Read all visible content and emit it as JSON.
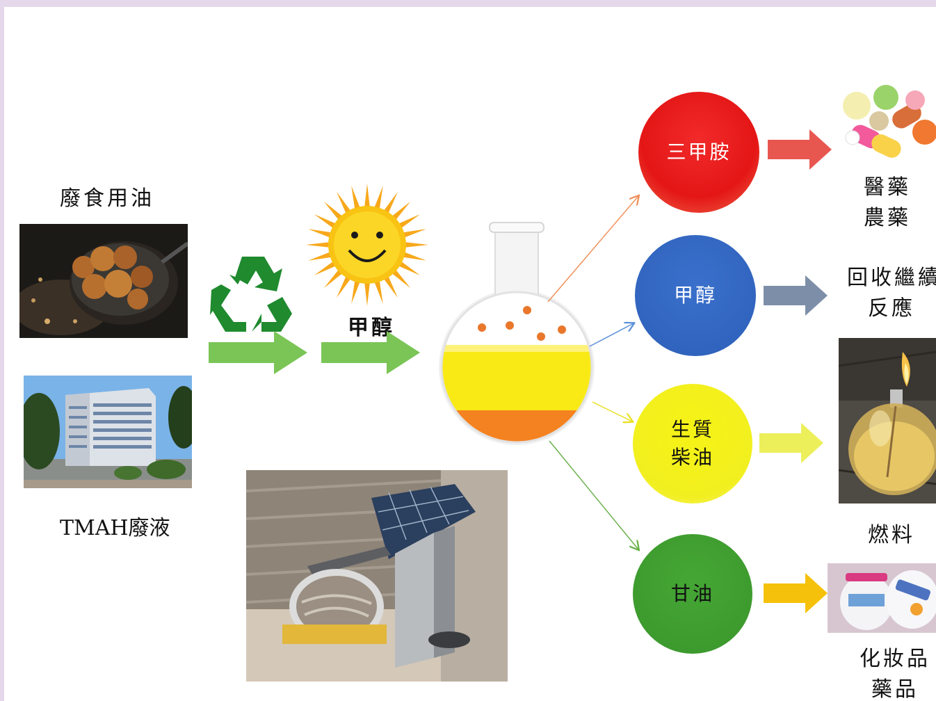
{
  "inputs": {
    "waste_oil_label": "廢食用油",
    "tmah_label": "TMAH廢液"
  },
  "methanol_label": "甲醇",
  "products": [
    {
      "name": "三甲胺",
      "color": "#e82020",
      "arrow_color": "#e85650",
      "use_lines": [
        "醫藥",
        "農藥"
      ]
    },
    {
      "name": "甲醇",
      "color": "#3565c0",
      "arrow_color": "#7d8fa8",
      "use_lines": [
        "回收繼續",
        "反應"
      ]
    },
    {
      "name_lines": [
        "生質",
        "柴油"
      ],
      "color": "#f4f21a",
      "arrow_color": "#ecef5a",
      "use_lines": [
        "燃料"
      ]
    },
    {
      "name": "甘油",
      "color": "#3e9c2e",
      "arrow_color": "#f6c10a",
      "use_lines": [
        "化妝品",
        "藥品"
      ]
    }
  ],
  "icons": {
    "recycle": "recycle-icon",
    "sun": "sun-icon",
    "flask": "flask-icon"
  },
  "colors": {
    "green_arrow": "#7ac556",
    "flask_yellow": "#f9ea16",
    "flask_orange": "#f58220"
  }
}
